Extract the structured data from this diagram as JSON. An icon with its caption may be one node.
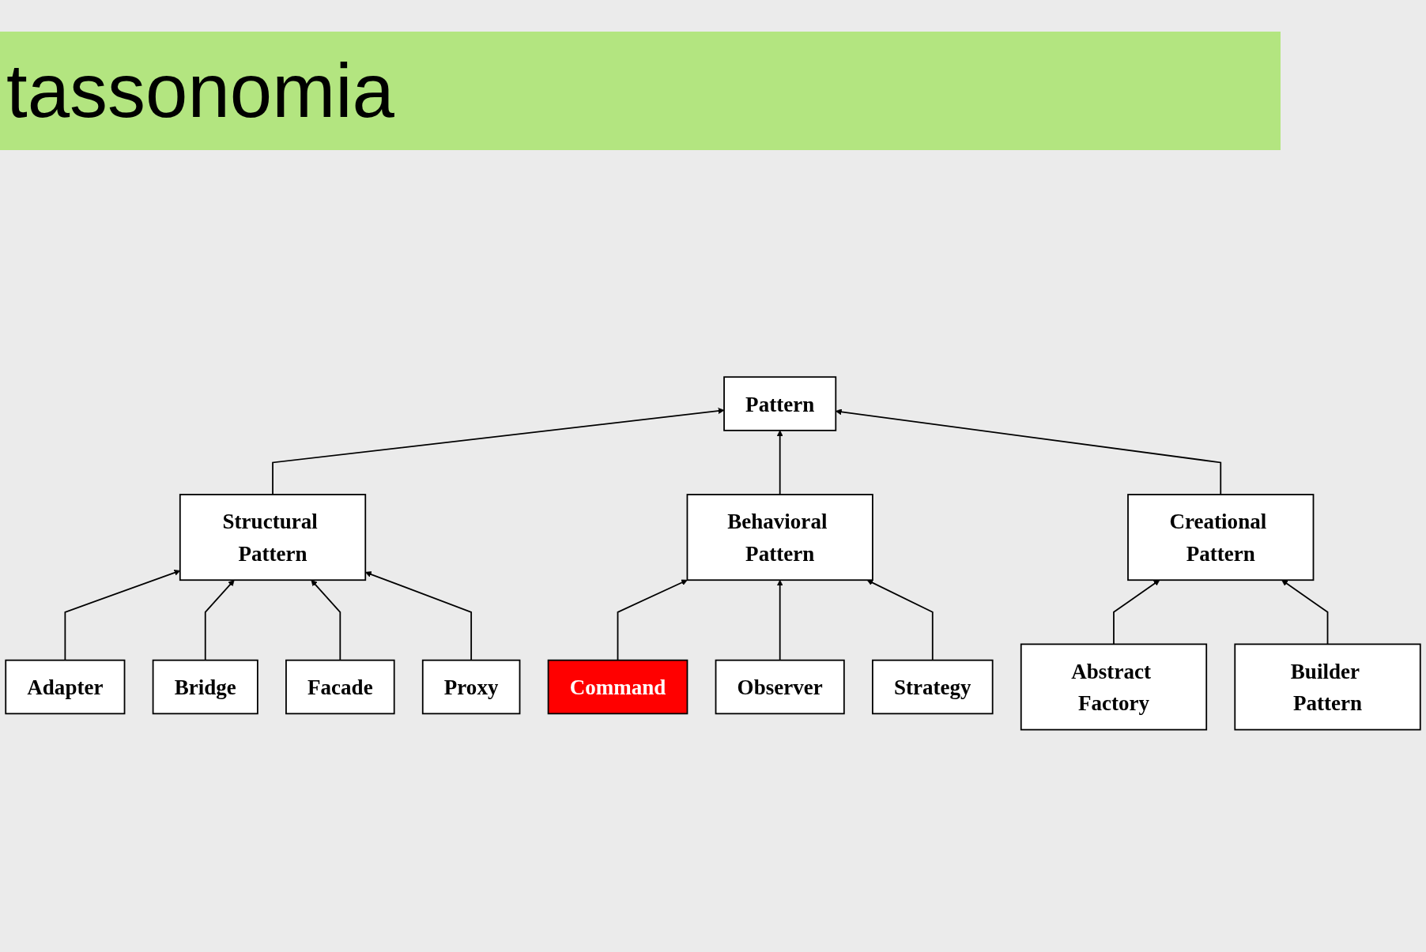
{
  "diagram": {
    "title": "tassonomia",
    "nodes": [
      {
        "text": [
          "Pattern"
        ]
      },
      {
        "text": [
          "Structural Pattern"
        ]
      },
      {
        "text": [
          "Behavioral Pattern"
        ]
      },
      {
        "text": [
          "Creational Pattern"
        ]
      },
      {
        "text": [
          "Command"
        ]
      },
      {
        "text": [
          "Observer"
        ]
      },
      {
        "text": [
          "Strategy"
        ]
      },
      {
        "text": [
          "Abstract Factory"
        ]
      },
      {
        "text": [
          "Builder Pattern"
        ]
      },
      {
        "text": [
          "Adapter"
        ]
      },
      {
        "text": [
          "Bridge"
        ]
      },
      {
        "text": [
          "Facade"
        ]
      },
      {
        "text": [
          "Proxy"
        ]
      }
    ],
    "edges": [
      {
        "from": 1,
        "to": 0,
        "arrow": "to"
      },
      {
        "from": 2,
        "to": 0,
        "arrow": "to"
      },
      {
        "from": 3,
        "to": 0,
        "arrow": "to"
      },
      {
        "from": 4,
        "to": 2,
        "arrow": "to"
      },
      {
        "from": 5,
        "to": 2,
        "arrow": "to"
      },
      {
        "from": 6,
        "to": 2,
        "arrow": "to"
      },
      {
        "from": 7,
        "to": 3,
        "arrow": "to"
      },
      {
        "from": 8,
        "to": 3,
        "arrow": "to"
      },
      {
        "from": 9,
        "to": 1,
        "arrow": "to"
      },
      {
        "from": 10,
        "to": 1,
        "arrow": "to"
      },
      {
        "from": 11,
        "to": 1,
        "arrow": "to"
      },
      {
        "from": 12,
        "to": 1,
        "arrow": "to"
      }
    ]
  }
}
